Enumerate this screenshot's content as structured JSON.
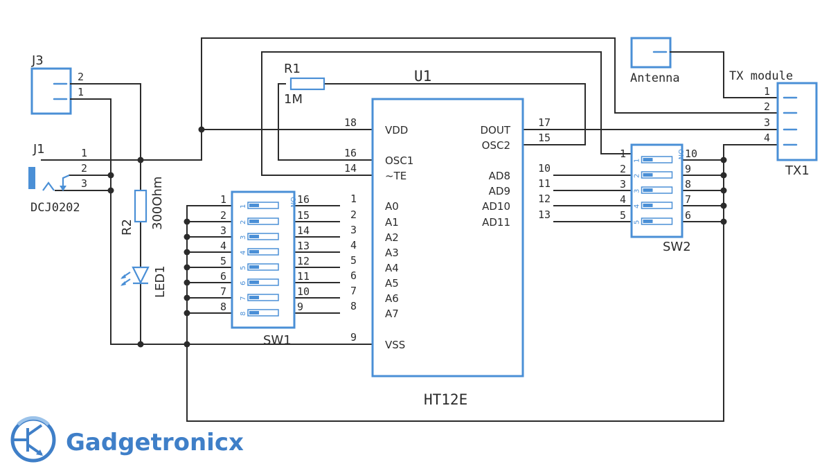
{
  "ic": {
    "ref": "U1",
    "part": "HT12E",
    "left_pins": [
      {
        "num": "18",
        "name": "VDD"
      },
      {
        "num": "16",
        "name": "OSC1"
      },
      {
        "num": "14",
        "name": "~TE"
      },
      {
        "num": "1",
        "name": "A0"
      },
      {
        "num": "2",
        "name": "A1"
      },
      {
        "num": "3",
        "name": "A2"
      },
      {
        "num": "4",
        "name": "A3"
      },
      {
        "num": "5",
        "name": "A4"
      },
      {
        "num": "6",
        "name": "A5"
      },
      {
        "num": "7",
        "name": "A6"
      },
      {
        "num": "8",
        "name": "A7"
      },
      {
        "num": "9",
        "name": "VSS"
      }
    ],
    "right_pins": [
      {
        "num": "17",
        "name": "DOUT"
      },
      {
        "num": "15",
        "name": "OSC2"
      },
      {
        "num": "10",
        "name": "AD8"
      },
      {
        "num": "11",
        "name": "AD9"
      },
      {
        "num": "12",
        "name": "AD10"
      },
      {
        "num": "13",
        "name": "AD11"
      }
    ]
  },
  "r1": {
    "ref": "R1",
    "value": "1M"
  },
  "r2": {
    "ref": "R2",
    "value": "300Ohm"
  },
  "led": {
    "ref": "LED1"
  },
  "j3": {
    "ref": "J3",
    "pins": [
      "2",
      "1"
    ]
  },
  "j1": {
    "ref": "J1",
    "part": "DCJ0202",
    "pins": [
      "1",
      "2",
      "3"
    ]
  },
  "sw1": {
    "ref": "SW1",
    "on_label": "ON",
    "left_pins": [
      "1",
      "2",
      "3",
      "4",
      "5",
      "6",
      "7",
      "8"
    ],
    "right_pins": [
      "16",
      "15",
      "14",
      "13",
      "12",
      "11",
      "10",
      "9"
    ],
    "switch_nums": [
      "1",
      "2",
      "3",
      "4",
      "5",
      "6",
      "7",
      "8"
    ]
  },
  "sw2": {
    "ref": "SW2",
    "on_label": "ON",
    "left_pins": [
      "1",
      "2",
      "3",
      "4",
      "5"
    ],
    "right_pins": [
      "10",
      "9",
      "8",
      "7",
      "6"
    ],
    "switch_nums": [
      "1",
      "2",
      "3",
      "4",
      "5"
    ]
  },
  "antenna": {
    "label": "Antenna"
  },
  "tx": {
    "ref": "TX1",
    "label": "TX module",
    "pins": [
      "1",
      "2",
      "3",
      "4"
    ]
  },
  "logo": {
    "text": "Gadgetronicx"
  },
  "colors": {
    "component": "#4a8fd6",
    "wire": "#2b2b2b",
    "logo": "#3f7fc8"
  }
}
